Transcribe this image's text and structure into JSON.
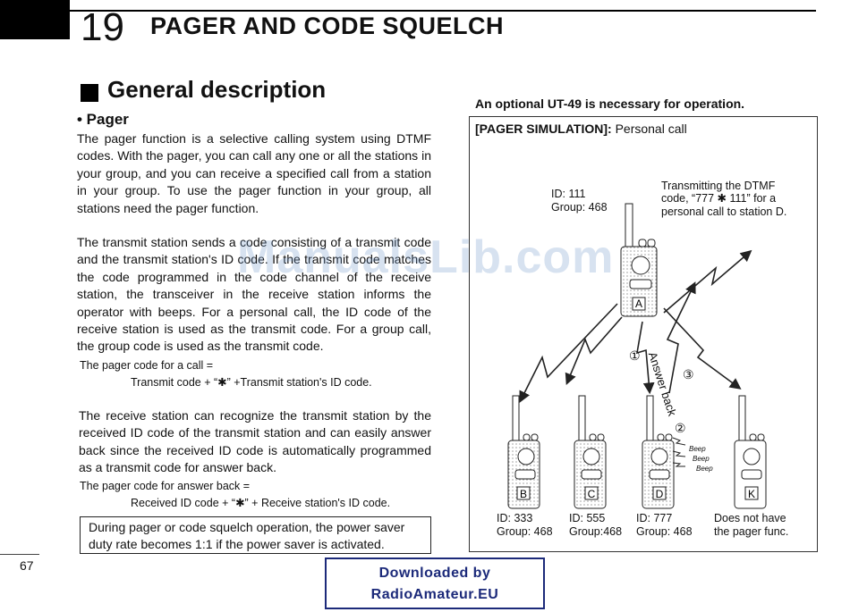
{
  "header": {
    "chapter_number": "19",
    "chapter_title": "PAGER AND CODE SQUELCH"
  },
  "section": {
    "title": "General description",
    "subtitle": "• Pager"
  },
  "paragraphs": {
    "p1": "The pager function is a selective calling system using DTMF codes.  With the pager, you can call any one or all the stations in your group, and you can receive a specified call from a station in your group.  To use the pager function in your group, all stations need the pager function.",
    "p2": "The transmit station sends a code consisting of a transmit code and the transmit station's ID code.  If the transmit code matches the code programmed in the code channel of the receive station, the transceiver in the receive station informs the operator with beeps.  For a personal call, the ID code of the receive station is used as the transmit code.  For a group call, the group code is used as the transmit code.",
    "p3": "The receive station can recognize the transmit station by the received ID code of the transmit station and can easily answer back since the received ID code is automatically programmed as a transmit code for answer back."
  },
  "formulas": {
    "call_label": "The pager code for a call =",
    "call_formula": "Transmit code + “✱” +Transmit station's ID code.",
    "answer_label": "The pager code for answer back =",
    "answer_formula": "Received ID code + “✱” + Receive station's ID code."
  },
  "note": "During pager or code squelch operation, the power saver duty rate becomes 1:1 if the power saver is activated.",
  "page_number": "67",
  "diagram": {
    "requirement": "An optional UT-49 is necessary for operation.",
    "sim_prefix": "[PAGER SIMULATION]:",
    "sim_suffix": "Personal call",
    "station_a_id": "ID: 111",
    "station_a_group": "Group: 468",
    "transmit_note_1": "Transmitting  the  DTMF",
    "transmit_note_2": "code, “777 ✱ 111” for a",
    "transmit_note_3": "personal call to station D.",
    "answer_back": "Answer back",
    "step1": "①",
    "step2": "②",
    "step3": "③",
    "beep": "Beep",
    "radios": [
      "A",
      "B",
      "C",
      "D",
      "K"
    ],
    "b_id": "ID: 333",
    "b_group": "Group: 468",
    "c_id": "ID: 555",
    "c_group": "Group:468",
    "d_id": "ID: 777",
    "d_group": "Group: 468",
    "k_line1": "Does not have",
    "k_line2": "the pager func."
  },
  "watermark": "ManualsLib.com",
  "download_badge": {
    "line1": "Downloaded by",
    "line2": "RadioAmateur.EU"
  }
}
